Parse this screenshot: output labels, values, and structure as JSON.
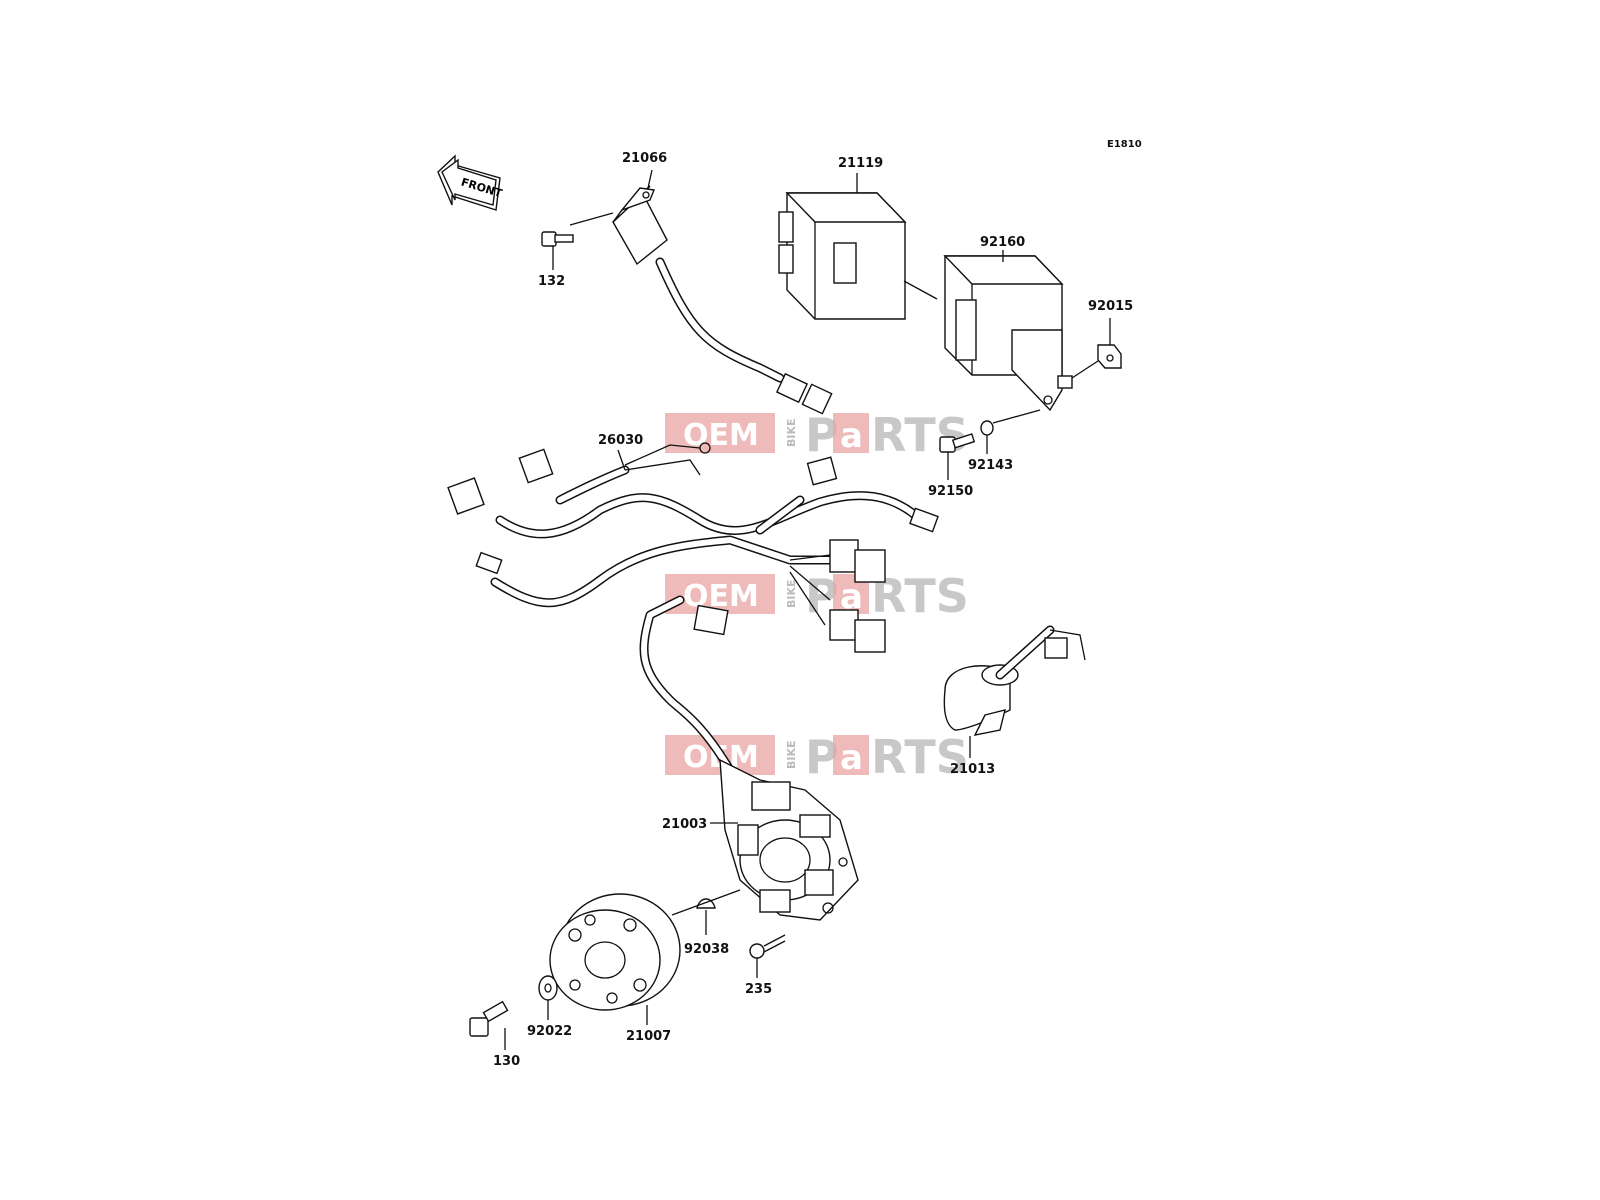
{
  "diagram": {
    "code": "E1810",
    "front_label": "FRONT",
    "watermark": {
      "left_text": "OEM",
      "side_text": "BIKE",
      "right_text_1": "P",
      "right_text_2": "a",
      "right_text_3": "RTS"
    },
    "parts": [
      {
        "id": "p21066",
        "label": "21066"
      },
      {
        "id": "p132",
        "label": "132"
      },
      {
        "id": "p21119",
        "label": "21119"
      },
      {
        "id": "p92160",
        "label": "92160"
      },
      {
        "id": "p92015",
        "label": "92015"
      },
      {
        "id": "p26030",
        "label": "26030"
      },
      {
        "id": "p92143",
        "label": "92143"
      },
      {
        "id": "p92150",
        "label": "92150"
      },
      {
        "id": "p21013",
        "label": "21013"
      },
      {
        "id": "p21003",
        "label": "21003"
      },
      {
        "id": "p92038",
        "label": "92038"
      },
      {
        "id": "p235",
        "label": "235"
      },
      {
        "id": "p92022",
        "label": "92022"
      },
      {
        "id": "p21007",
        "label": "21007"
      },
      {
        "id": "p130",
        "label": "130"
      }
    ]
  }
}
